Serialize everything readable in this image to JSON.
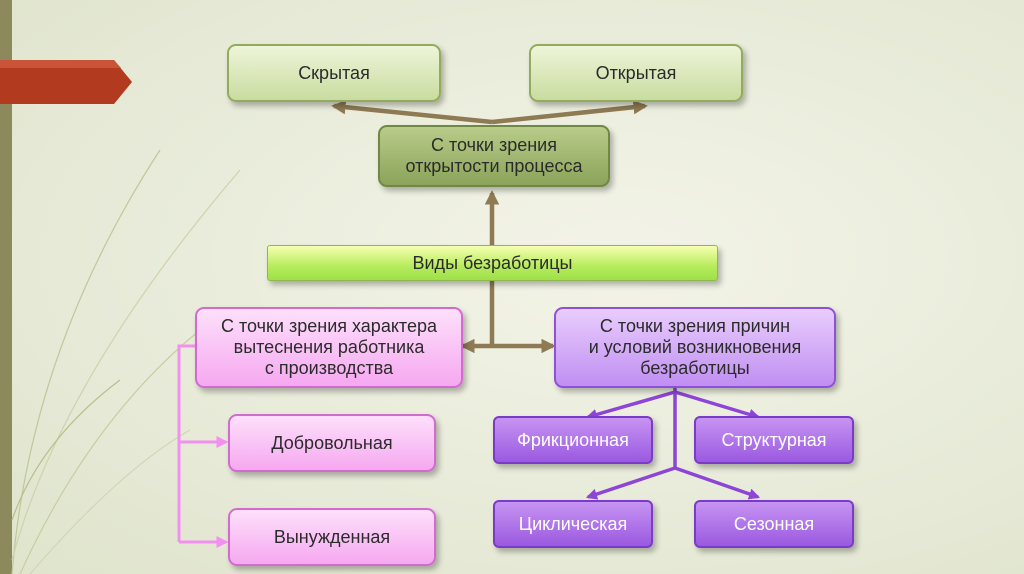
{
  "diagram": {
    "root": {
      "label": "Виды безработицы"
    },
    "openness": {
      "label": "С точки зрения\nоткрытости процесса",
      "children": [
        "Скрытая",
        "Открытая"
      ]
    },
    "displacement": {
      "label": "С точки зрения характера\nвытеснения работника\nс производства",
      "children": [
        "Добровольная",
        "Вынужденная"
      ]
    },
    "causes": {
      "label": "С точки зрения причин\nи условий возникновения\nбезработицы",
      "children": [
        "Фрикционная",
        "Структурная",
        "Циклическая",
        "Сезонная"
      ]
    }
  },
  "colors": {
    "arrow_brown": "#8e7a53",
    "arrow_pink": "#f38ff0",
    "arrow_purple": "#8d45d6",
    "banner_red": "#b23a1f"
  }
}
